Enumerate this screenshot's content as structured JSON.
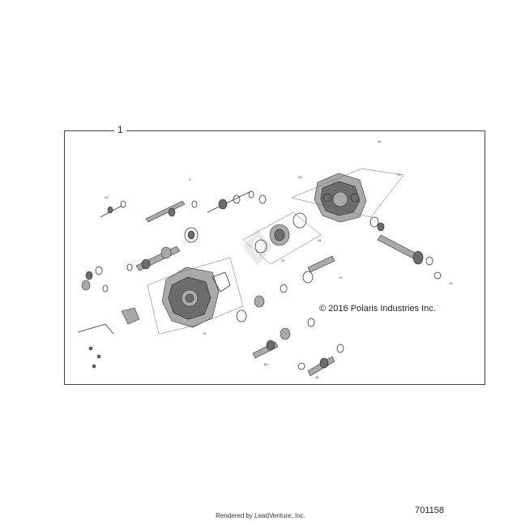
{
  "diagram": {
    "assembly_callout": "1",
    "copyright": "© 2016 Polaris Industries Inc.",
    "diagram_number": "701158",
    "footer_credit": "Rendered by LeadVenture, Inc.",
    "watermark": "LEADVENTURE"
  }
}
